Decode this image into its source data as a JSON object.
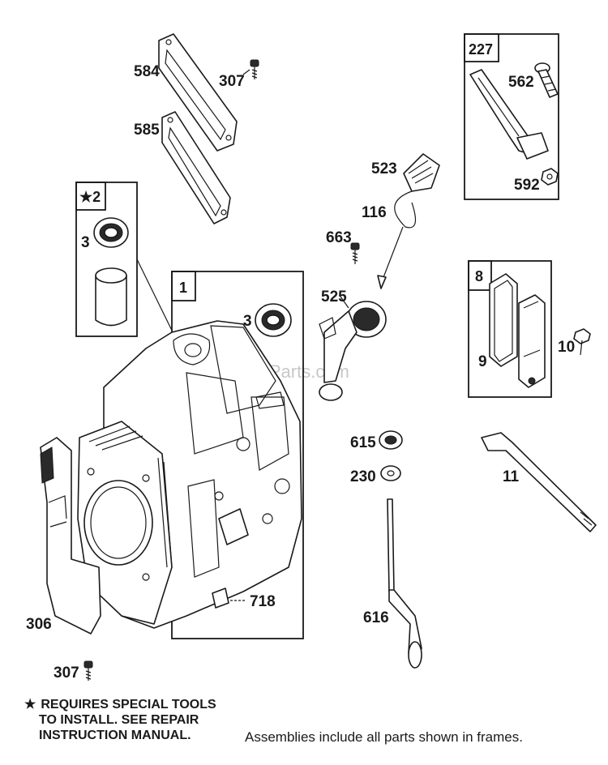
{
  "watermark": "eReplacementParts.com",
  "frames": {
    "f2": "★2",
    "f1": "1",
    "f227": "227",
    "f8": "8"
  },
  "parts": {
    "p584": "584",
    "p307a": "307",
    "p585": "585",
    "p3a": "3",
    "p3b": "3",
    "p523": "523",
    "p116": "116",
    "p663": "663",
    "p525": "525",
    "p562": "562",
    "p592": "592",
    "p9": "9",
    "p10": "10",
    "p615": "615",
    "p230": "230",
    "p11": "11",
    "p718": "718",
    "p306": "306",
    "p616": "616",
    "p307b": "307"
  },
  "notes": {
    "star": "★",
    "tools_line1": "REQUIRES SPECIAL TOOLS",
    "tools_line2": "TO INSTALL.  SEE REPAIR",
    "tools_line3": "INSTRUCTION MANUAL.",
    "assemblies": "Assemblies include all parts shown in frames."
  }
}
